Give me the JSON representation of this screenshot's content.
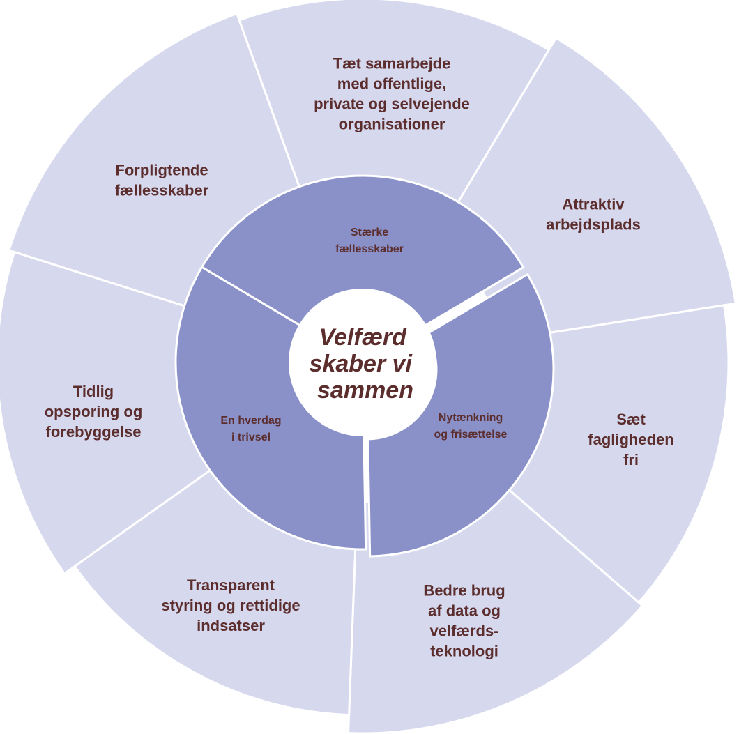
{
  "colors": {
    "outer": "#d6d8ee",
    "middle": "#8a91c8",
    "center": "#ffffff",
    "text": "#5b2d2d"
  },
  "center": {
    "lines": [
      "Velfærd",
      "skaber vi",
      "sammen"
    ]
  },
  "middle": [
    {
      "lines": [
        "Stærke",
        "fællesskaber"
      ]
    },
    {
      "lines": [
        "Nytænkning",
        "og frisættelse"
      ]
    },
    {
      "lines": [
        "En hverdag",
        "i trivsel"
      ]
    }
  ],
  "outer": [
    {
      "lines": [
        "Forpligtende",
        "fællesskaber"
      ]
    },
    {
      "lines": [
        "Tæt samarbejde",
        "med offentlige,",
        "private og selvejende",
        "organisationer"
      ]
    },
    {
      "lines": [
        "Attraktiv",
        "arbejdsplads"
      ]
    },
    {
      "lines": [
        "Sæt",
        "fagligheden",
        "fri"
      ]
    },
    {
      "lines": [
        "Bedre brug",
        "af data og",
        "velfærds-",
        "teknologi"
      ]
    },
    {
      "lines": [
        "Transparent",
        "styring og rettidige",
        "indsatser"
      ]
    },
    {
      "lines": [
        "Tidlig",
        "opsporing og",
        "forebyggelse"
      ]
    }
  ]
}
